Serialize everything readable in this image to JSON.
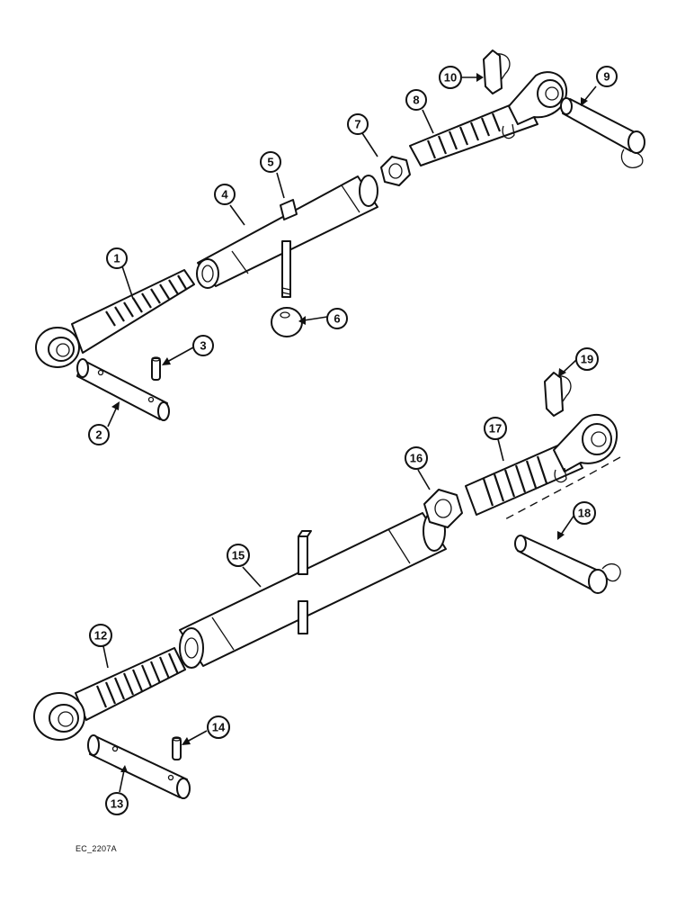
{
  "figure_code": "EC_2207A",
  "callouts": [
    {
      "id": "1",
      "label": "1"
    },
    {
      "id": "2",
      "label": "2"
    },
    {
      "id": "3",
      "label": "3"
    },
    {
      "id": "4",
      "label": "4"
    },
    {
      "id": "5",
      "label": "5"
    },
    {
      "id": "6",
      "label": "6"
    },
    {
      "id": "7",
      "label": "7"
    },
    {
      "id": "8",
      "label": "8"
    },
    {
      "id": "9",
      "label": "9"
    },
    {
      "id": "10",
      "label": "10"
    },
    {
      "id": "12",
      "label": "12"
    },
    {
      "id": "13",
      "label": "13"
    },
    {
      "id": "14",
      "label": "14"
    },
    {
      "id": "15",
      "label": "15"
    },
    {
      "id": "16",
      "label": "16"
    },
    {
      "id": "17",
      "label": "17"
    },
    {
      "id": "18",
      "label": "18"
    },
    {
      "id": "19",
      "label": "19"
    }
  ]
}
